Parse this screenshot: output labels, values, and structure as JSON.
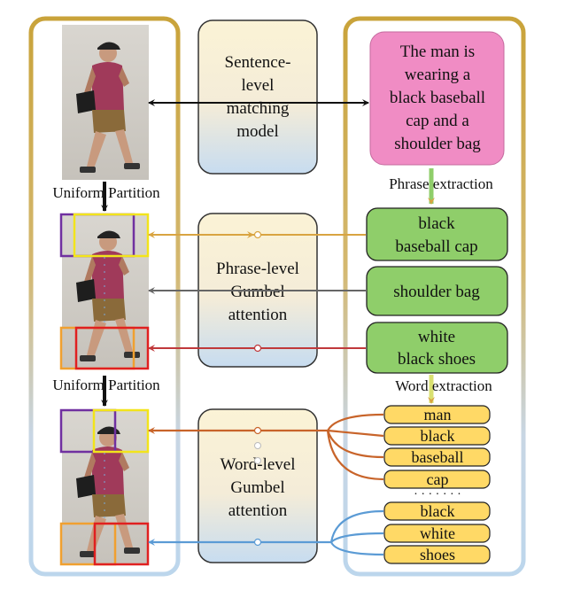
{
  "left_labels": {
    "partition_1": "Uniform Partition",
    "partition_2": "Uniform Partition"
  },
  "models": {
    "sentence": [
      "Sentence-",
      "level",
      "matching",
      "model"
    ],
    "phrase": [
      "Phrase-level",
      "Gumbel",
      "attention"
    ],
    "word": [
      "Word-level",
      "Gumbel",
      "attention"
    ]
  },
  "sentence_text": [
    "The man is",
    "wearing a",
    "black baseball",
    "cap and a",
    "shoulder bag"
  ],
  "phrase_extraction_label": "Phrase extraction",
  "phrases": [
    [
      "black",
      "baseball cap"
    ],
    [
      "shoulder bag"
    ],
    [
      "white",
      "black shoes"
    ]
  ],
  "word_extraction_label": "Word extraction",
  "words_group_1": [
    "man",
    "black",
    "baseball",
    "cap"
  ],
  "ellipsis": "· · · · · · ·",
  "words_group_2": [
    "black",
    "white",
    "shoes"
  ],
  "colors": {
    "gold_frame": "#c9a33a",
    "light_blue": "#bcd6ec",
    "sentence_box": "#f08cc4",
    "phrase_box": "#8fce6a",
    "word_box": "#ffd966",
    "orange_arrow": "#d9a441",
    "gray_arrow": "#666666",
    "red_arrow": "#c0393b",
    "rust_arrow": "#c8642a",
    "blue_arrow": "#5b9bd5",
    "purple_rect": "#7030a0",
    "yellow_rect": "#f2e41b",
    "orange_rect": "#f0a030",
    "red_rect": "#e02020"
  },
  "icons": [
    "person-image",
    "down-arrow-icon"
  ]
}
